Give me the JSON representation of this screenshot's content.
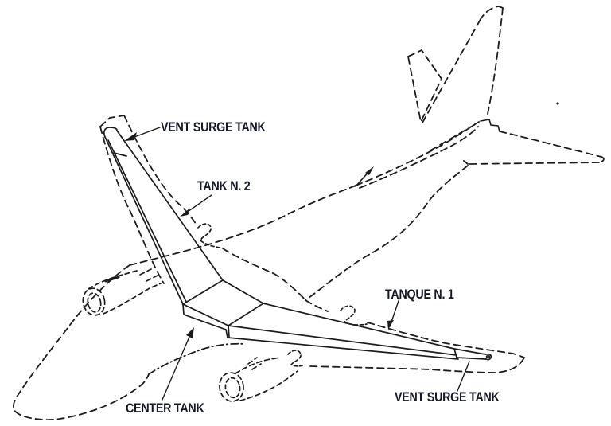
{
  "figure": {
    "type": "technical-line-diagram",
    "subject": "Aircraft fuel tank system, isometric cutaway: dashed airframe outline with solid wing and center fuel tanks",
    "background_color": "#ffffff",
    "line_color": "#1c1c1c",
    "text_color": "#141927"
  },
  "labels": [
    {
      "text": "VENT SURGE TANK",
      "target": "left-wing-tip-surge-tank",
      "leader": "arrow"
    },
    {
      "text": "TANK N. 2",
      "target": "left-wing-tank",
      "leader": "arrow"
    },
    {
      "text": "TANQUE N. 1",
      "target": "right-wing-tank",
      "leader": "arrow"
    },
    {
      "text": "CENTER TANK",
      "target": "center-tank",
      "leader": "arrow"
    },
    {
      "text": "VENT SURGE TANK",
      "target": "right-wing-tip-surge-tank",
      "leader": "line"
    }
  ]
}
